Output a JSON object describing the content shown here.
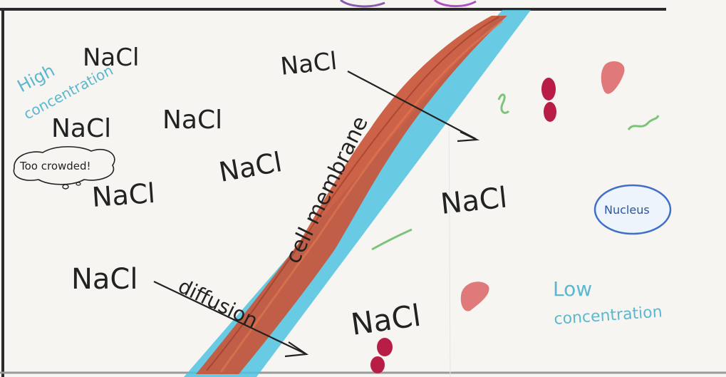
{
  "labels": {
    "high_concentration_line1": "High",
    "high_concentration_line2": "concentration",
    "too_crowded": "Too crowded!",
    "cell_membrane": "cell membrane",
    "diffusion": "diffusion",
    "nucleus": "Nucleus",
    "low_concentration_line1": "Low",
    "low_concentration_line2": "concentration"
  },
  "molecules": {
    "high_side": [
      "NaCl",
      "NaCl",
      "NaCl",
      "NaCl",
      "NaCl",
      "NaCl"
    ],
    "moving": "NaCl",
    "low_side": [
      "NaCl",
      "NaCl"
    ]
  },
  "colors": {
    "membrane_core": "#c8553a",
    "membrane_edge": "#4fc3e0",
    "label_blue": "#5bb8cf",
    "ink": "#222222",
    "organelle_red": "#b81e45",
    "organelle_pink": "#e07a7a",
    "organelle_green": "#7cc47c"
  }
}
